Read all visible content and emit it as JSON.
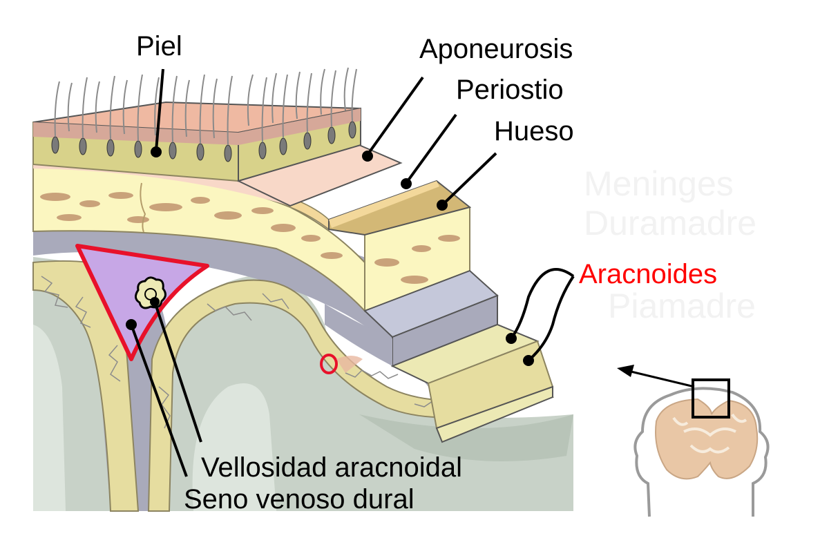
{
  "labels": {
    "piel": "Piel",
    "aponeurosis": "Aponeurosis",
    "periostio": "Periostio",
    "hueso": "Hueso",
    "aracnoides": "Aracnoides",
    "vellosidad": "Vellosidad aracnoidal",
    "seno": "Seno venoso dural"
  },
  "faded_labels": {
    "meninges": "Meninges",
    "duramadre": "Duramadre",
    "piamadre": "Piamadre"
  },
  "colors": {
    "aracnoides_label": "#ff0000",
    "faded_text": "#f2f2f2",
    "skin": "#efb9a2",
    "skin_top": "#e9b8a4",
    "fat": "#d8d28a",
    "aponeurosis": "#f8d8c8",
    "periosteum": "#f3d89b",
    "bone": "#fbf6c0",
    "bone_spots": "#c9a27a",
    "dura": "#c5c8da",
    "dura_dark": "#a9aabb",
    "arachnoid_layer": "#ece9b4",
    "sinus_fill": "#c7a7e6",
    "sinus_outline": "#e8112a",
    "brain": "#c8d2c8",
    "brain_light": "#dde5dd"
  },
  "icons": {
    "inset": "coronal-brain-section-icon",
    "arrow": "pointer-arrow-icon"
  }
}
